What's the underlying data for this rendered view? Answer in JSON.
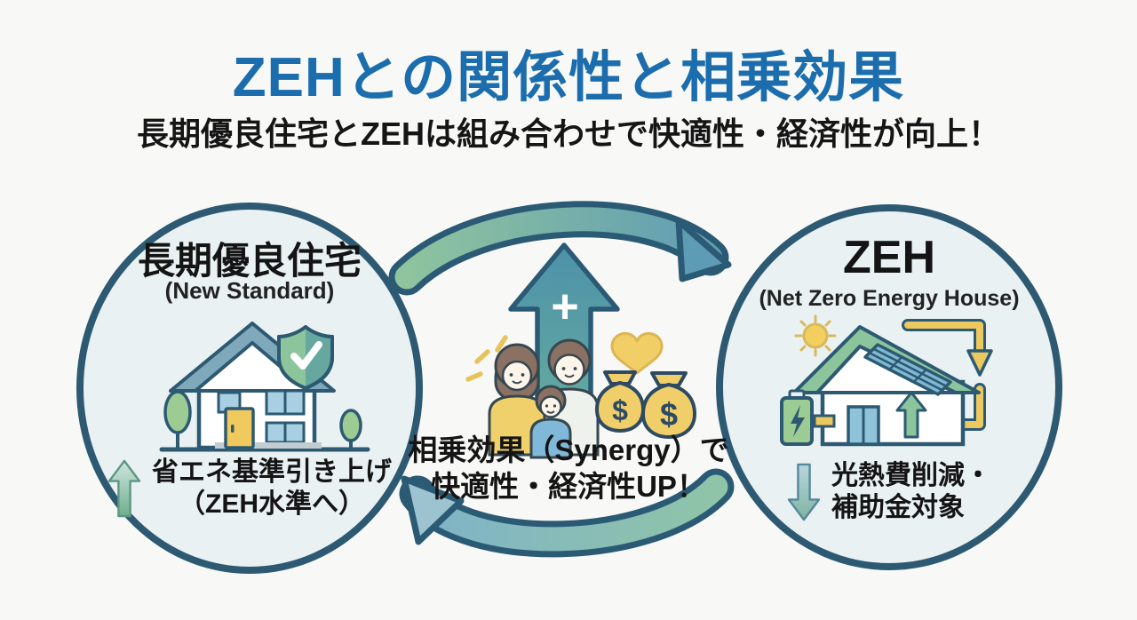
{
  "title": "ZEHとの関係性と相乗効果",
  "subtitle": "長期優良住宅とZEHは組み合わせで快適性・経済性が向上！",
  "left_circle": {
    "heading": "長期優良住宅",
    "subheading": "(New Standard)",
    "caption_line1": "省エネ基準引き上げ",
    "caption_line2": "（ZEH水準へ）"
  },
  "right_circle": {
    "heading": "ZEH",
    "subheading": "(Net Zero Energy House)",
    "caption_line1": "光熱費削減・",
    "caption_line2": "補助金対象"
  },
  "center": {
    "caption_line1": "相乗効果（Synergy）で",
    "caption_line2": "快適性・経済性UP！",
    "plus_sign": "+",
    "dollar_sign": "$"
  },
  "colors": {
    "title_blue": "#1b6dad",
    "text_dark": "#141414",
    "background": "#f8f9f7",
    "circle_fill": "#e9f1f3",
    "circle_border": "#2d5a72",
    "cycle_arrow_green": "#8fc49e",
    "cycle_arrow_blue": "#5e9bb4",
    "outline_navy": "#2b5a75",
    "accent_yellow": "#f0cf6a",
    "leaf_green": "#9ccb93",
    "window_blue": "#a9cfe2",
    "roof_slate": "#7fa9ba",
    "solar_blue": "#7fb8d4",
    "shield_green": "#8cc49b",
    "shield_teal": "#66a89f"
  }
}
